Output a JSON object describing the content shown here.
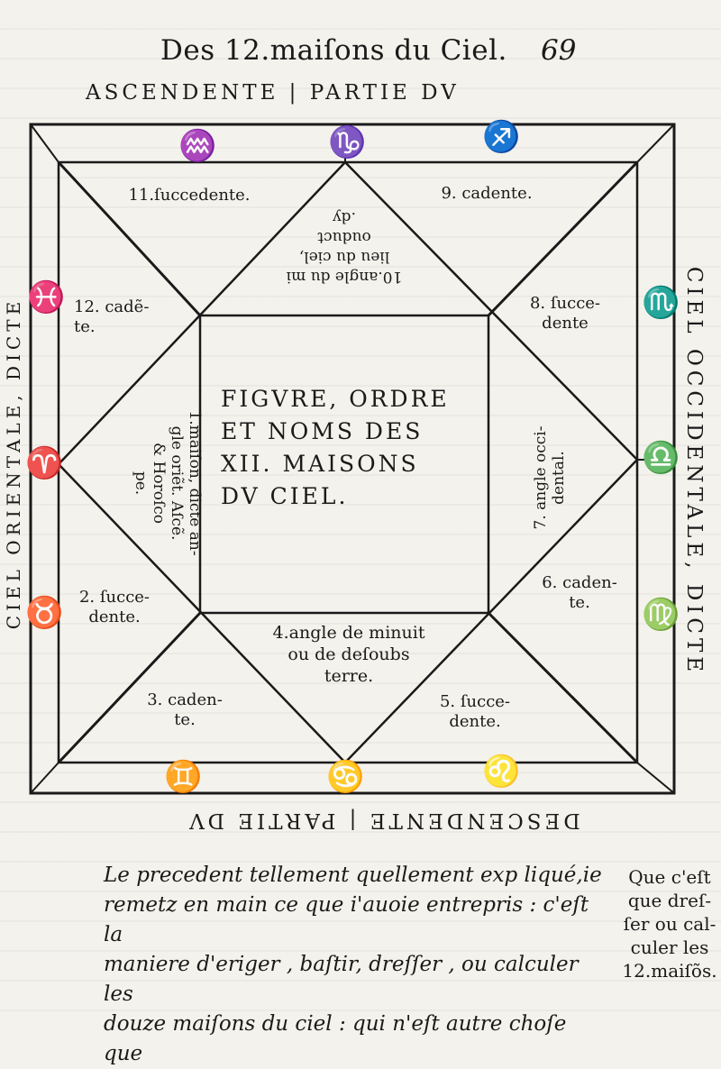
{
  "header": {
    "title": "Des 12.maiſons du Ciel.",
    "page_number": "69"
  },
  "top_label": "ASCENDENTE | PARTIE DV",
  "bottom_label": "DESCENDENTE | PARTIE DV",
  "left_side_label": "CIEL ORIENTALE, DICTE",
  "right_side_label": "CIEL OCCIDENTALE, DICTE",
  "houses": {
    "h1": "1.maiſon, dicte an-\ngle oriẽt. Aſcẽ.\n& Horoſco\npe.",
    "h2": "2. ſucce-\ndente.",
    "h3": "3. caden-\nte.",
    "h4": "4.angle de minuit\nou de deſoubs\nterre.",
    "h5": "5. ſucce-\ndente.",
    "h6": "6. caden-\nte.",
    "h7": "7. angle occi-\ndental.",
    "h8": "8. ſucce-\ndente",
    "h9": "9. cadente.",
    "h10": "10.angle du mi\nlieu du ciel,\nouduct\n.dy",
    "h11": "11.ſuccedente.",
    "h12": "12. cadẽ-\nte."
  },
  "center_title": "FIGVRE, ORDRE\nET NOMS DES\nXII. MAISONS\nDV CIEL.",
  "signs": {
    "aquarius": "♒",
    "capricorn": "♑",
    "sagittarius": "♐",
    "pisces": "♓",
    "aries": "♈",
    "taurus": "♉",
    "gemini": "♊",
    "cancer": "♋",
    "leo": "♌",
    "virgo": "♍",
    "libra": "♎",
    "scorpio": "♏"
  },
  "body_text": "Le precedent tellement quellement exp liqué,ie\nremetz en main ce que i'auoie entrepris : c'eſt la\nmaniere d'eriger , baſtir, dreſſer , ou calculer les\ndouze maiſons du ciel : qui n'eſt autre choſe que",
  "margin_note": "Que c'eſt\nque dreſ-\nſer ou cal-\nculer les\n12.maiſõs."
}
